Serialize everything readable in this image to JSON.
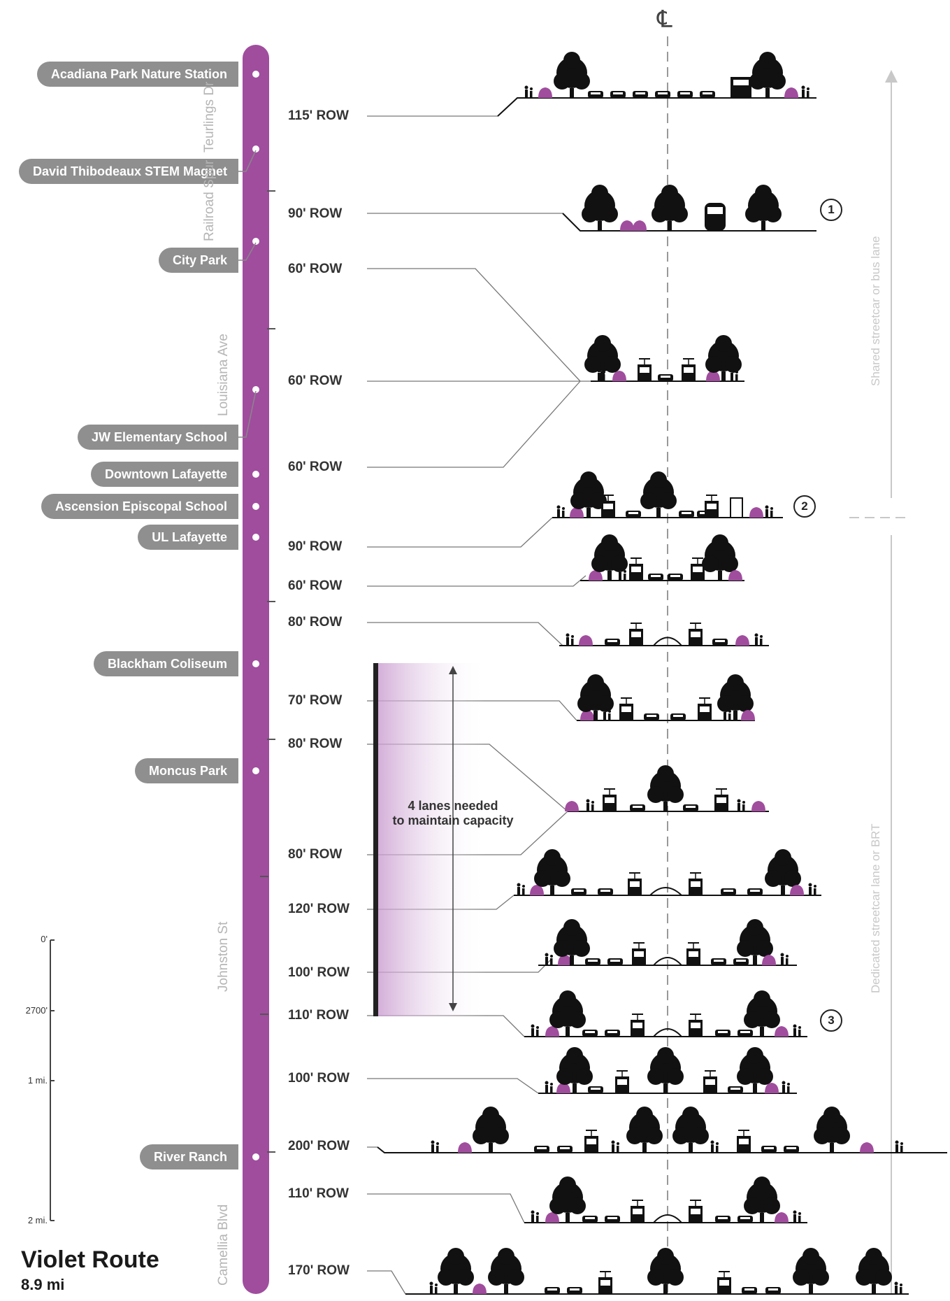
{
  "centerline_symbol": "℄",
  "route": {
    "name": "Violet Route",
    "length": "8.9 mi",
    "color": "#a04d9e"
  },
  "stations": [
    "Acadiana Park Nature Station",
    "David Thibodeaux STEM Magnet",
    "City Park",
    "JW Elementary School",
    "Downtown Lafayette",
    "Ascension Episcopal School",
    "UL Lafayette",
    "Blackham Coliseum",
    "Moncus Park",
    "River Ranch"
  ],
  "streets": [
    "Teurlings Dr",
    "Railroad Spur",
    "Louisiana Ave",
    "Johnston St",
    "Camellia Blvd"
  ],
  "sections": [
    "115' ROW",
    "90' ROW",
    "60' ROW",
    "60' ROW",
    "60' ROW",
    "90' ROW",
    "60' ROW",
    "80' ROW",
    "70' ROW",
    "80' ROW",
    "80' ROW",
    "120' ROW",
    "100' ROW",
    "110' ROW",
    "100' ROW",
    "200' ROW",
    "110' ROW",
    "170' ROW"
  ],
  "scale": [
    "0'",
    "2700'",
    "1 mi.",
    "2 mi."
  ],
  "annotation": {
    "line1": "4 lanes needed",
    "line2": "to maintain capacity"
  },
  "right_labels": {
    "upper": "Shared streetcar or bus lane",
    "lower": "Dedicated streetcar lane or BRT"
  },
  "markers": [
    "1",
    "2",
    "3"
  ],
  "icons": [
    "tree-icon",
    "car-icon",
    "streetcar-icon",
    "bus-icon",
    "train-icon",
    "pedestrian-icon",
    "bush-icon",
    "bus-shelter-icon"
  ],
  "colors": {
    "accent": "#a04d9e",
    "station_pill": "#8f8f8f",
    "annotation_gradient": "#d9b5dd"
  }
}
